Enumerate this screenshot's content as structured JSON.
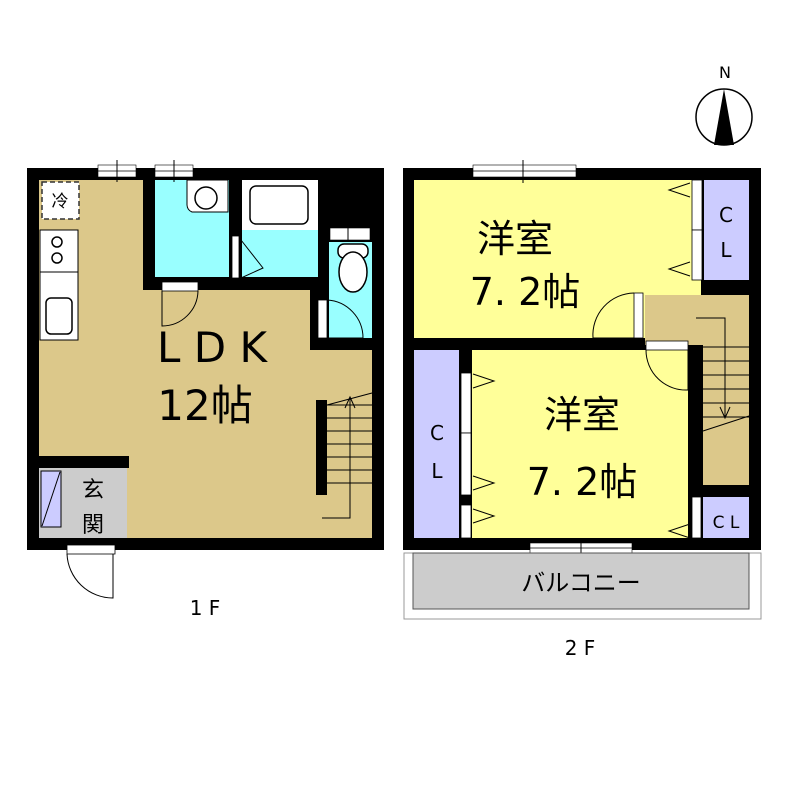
{
  "compass": {
    "label": "N"
  },
  "colors": {
    "ldk": "#dcc88a",
    "wet": "#99ffff",
    "western": "#ffff99",
    "closet": "#ccccff",
    "entrance": "#cccccc",
    "balcony": "#cccccc",
    "wall": "#000000"
  },
  "floor1": {
    "label": "1 F",
    "ldk": {
      "name": "L D K",
      "size": "12帖"
    },
    "fridge": "冷",
    "entrance": {
      "line1": "玄",
      "line2": "関"
    }
  },
  "floor2": {
    "label": "2 F",
    "room_upper": {
      "name": "洋室",
      "size": "7. 2帖"
    },
    "room_lower": {
      "name": "洋室",
      "size": "7. 2帖"
    },
    "closet_upper": {
      "line1": "C",
      "line2": "L"
    },
    "closet_left": {
      "line1": "C",
      "line2": "L"
    },
    "closet_small": "C L",
    "balcony": "バルコニー"
  }
}
